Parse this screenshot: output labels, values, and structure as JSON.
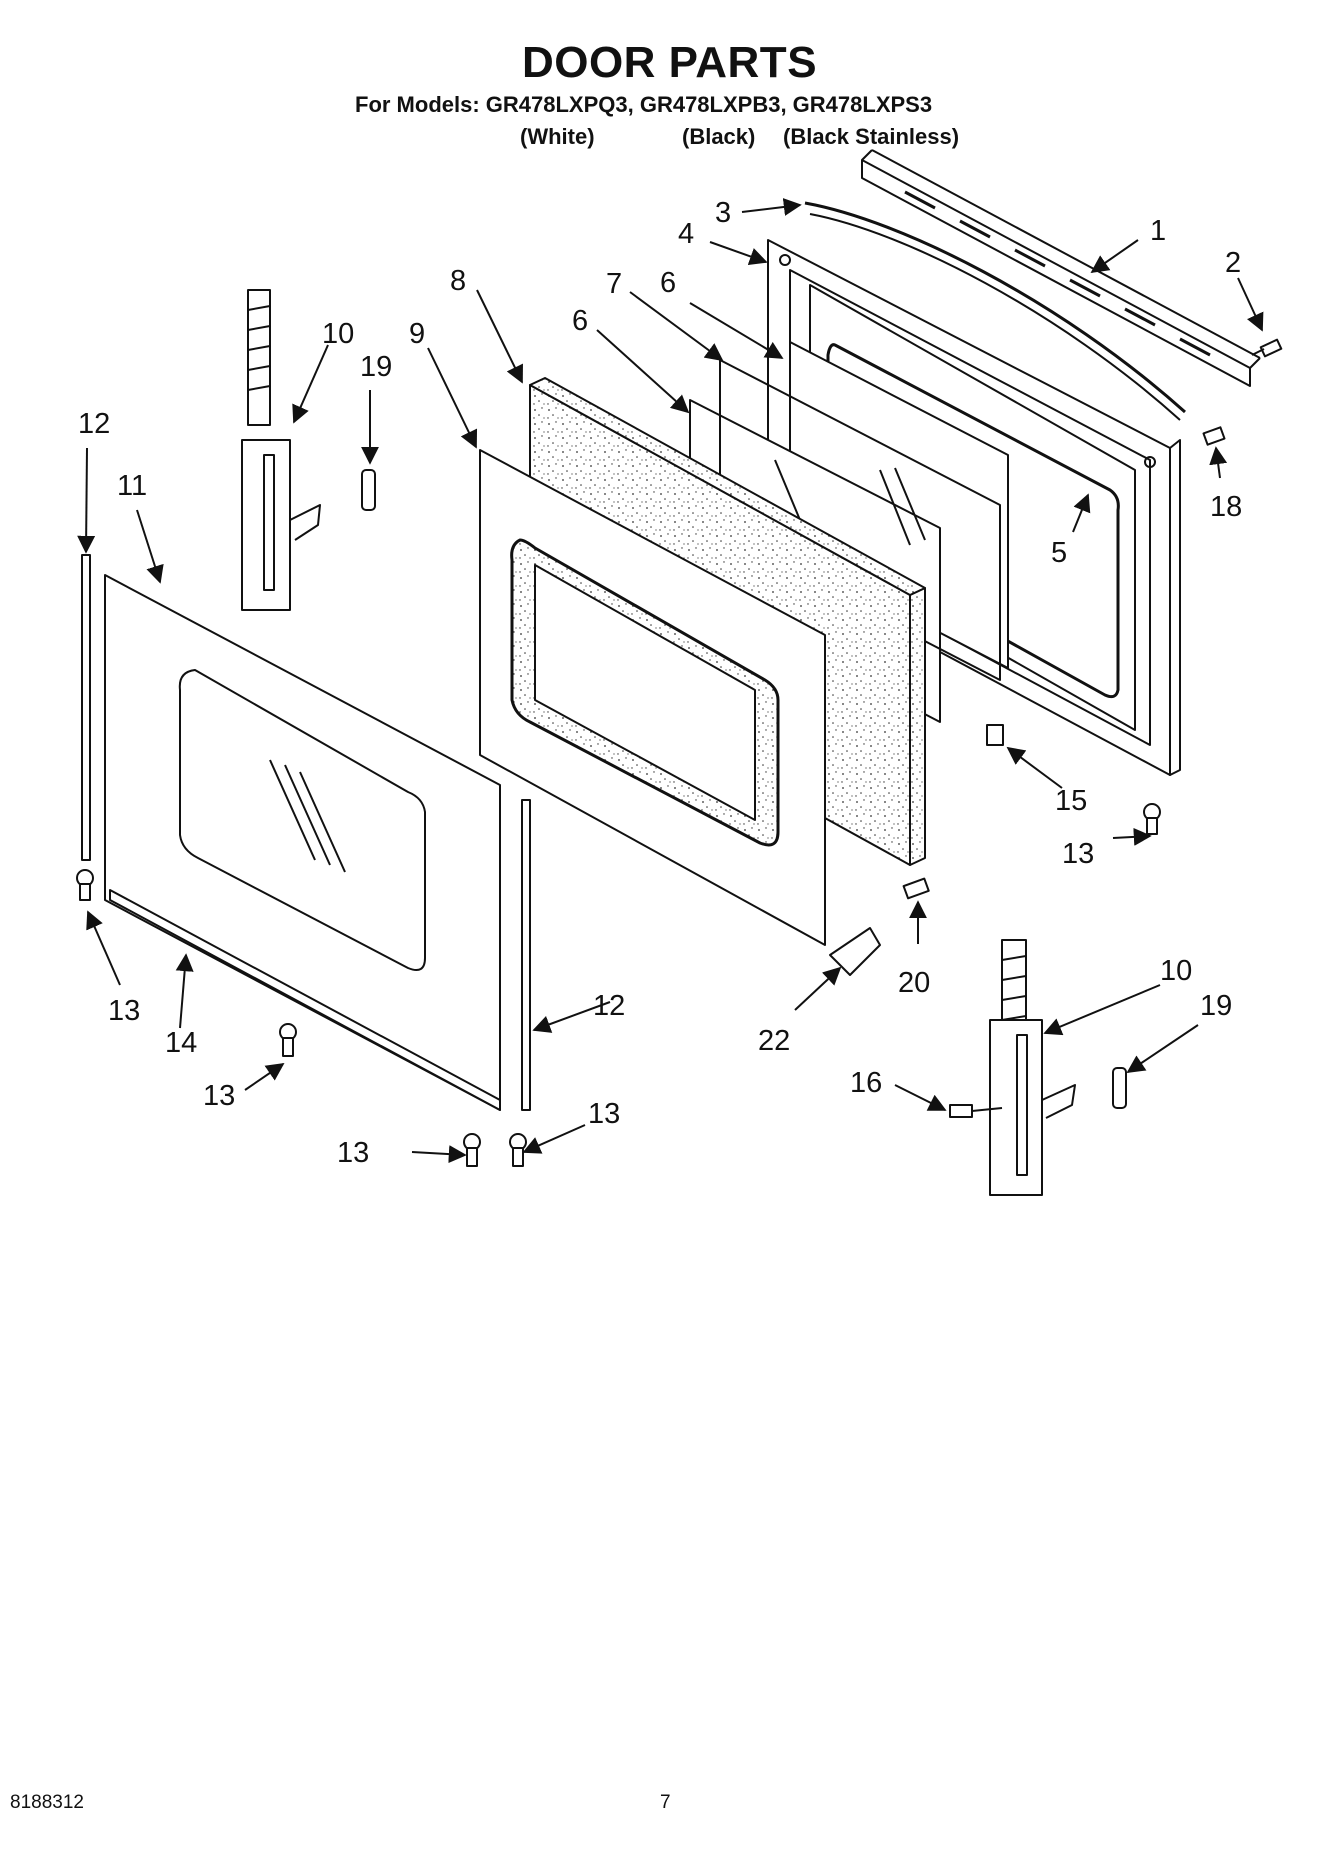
{
  "header": {
    "title": "DOOR PARTS",
    "models_line": "For Models: GR478LXPQ3, GR478LXPB3, GR478LXPS3",
    "variants": [
      "(White)",
      "(Black)",
      "(Black Stainless)"
    ]
  },
  "callouts": [
    {
      "id": "c1",
      "text": "1"
    },
    {
      "id": "c2",
      "text": "2"
    },
    {
      "id": "c3",
      "text": "3"
    },
    {
      "id": "c4",
      "text": "4"
    },
    {
      "id": "c5",
      "text": "5"
    },
    {
      "id": "c6a",
      "text": "6"
    },
    {
      "id": "c6b",
      "text": "6"
    },
    {
      "id": "c7",
      "text": "7"
    },
    {
      "id": "c8",
      "text": "8"
    },
    {
      "id": "c9",
      "text": "9"
    },
    {
      "id": "c10a",
      "text": "10"
    },
    {
      "id": "c10b",
      "text": "10"
    },
    {
      "id": "c11",
      "text": "11"
    },
    {
      "id": "c12a",
      "text": "12"
    },
    {
      "id": "c12b",
      "text": "12"
    },
    {
      "id": "c13a",
      "text": "13"
    },
    {
      "id": "c13b",
      "text": "13"
    },
    {
      "id": "c13c",
      "text": "13"
    },
    {
      "id": "c13d",
      "text": "13"
    },
    {
      "id": "c13e",
      "text": "13"
    },
    {
      "id": "c14",
      "text": "14"
    },
    {
      "id": "c15",
      "text": "15"
    },
    {
      "id": "c16",
      "text": "16"
    },
    {
      "id": "c18",
      "text": "18"
    },
    {
      "id": "c19a",
      "text": "19"
    },
    {
      "id": "c19b",
      "text": "19"
    },
    {
      "id": "c20",
      "text": "20"
    },
    {
      "id": "c22",
      "text": "22"
    }
  ],
  "footer": {
    "doc_number": "8188312",
    "page_number": "7"
  }
}
